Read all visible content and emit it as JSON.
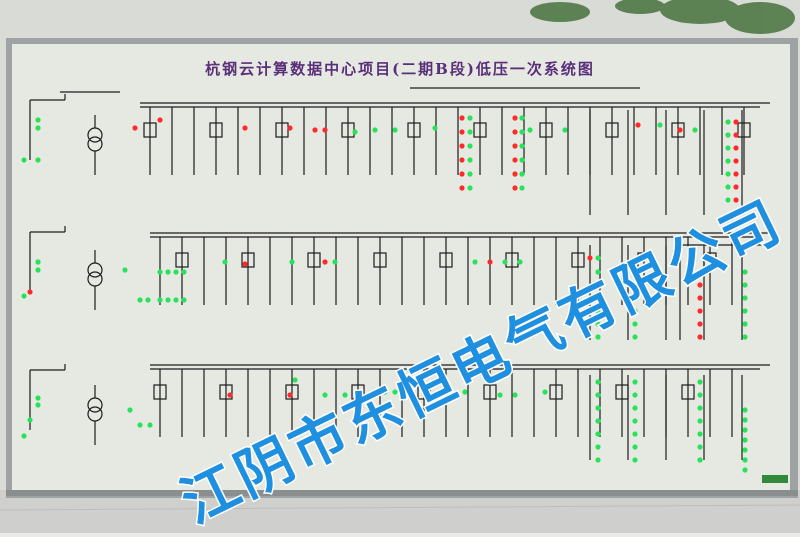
{
  "image": {
    "subject": "mimic-board",
    "title": "杭钢云计算数据中心项目(二期B段)低压一次系统图",
    "watermark": "江阴市东恒电气有限公司",
    "colors": {
      "frame": "#a9abab",
      "board": "#e6e8e2",
      "line": "#1c1c1c",
      "led_red": "#ff2a2a",
      "led_green": "#27e35a",
      "title": "#5a2f7a",
      "watermark_fill": "#1f8fe0",
      "watermark_stroke": "#ffffff"
    }
  }
}
